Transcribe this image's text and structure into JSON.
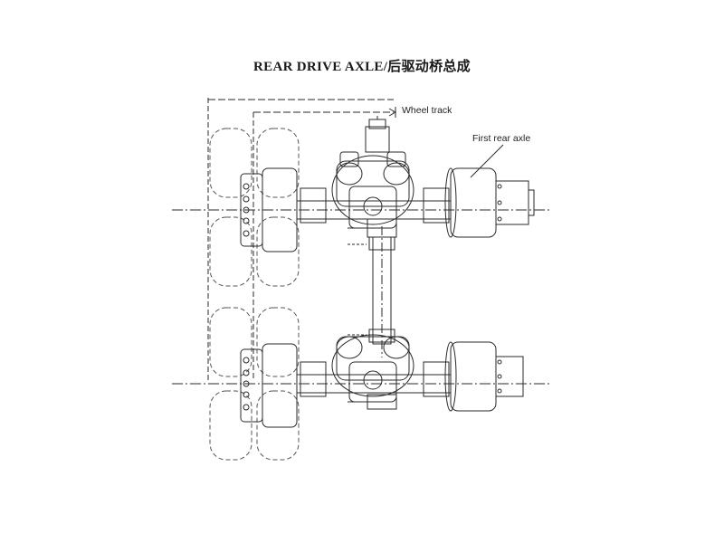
{
  "title": "REAR DRIVE AXLE/后驱动桥总成",
  "labels": {
    "wheel_track": "Wheel track",
    "first_rear_axle": "First rear axle"
  },
  "colors": {
    "line": "#2a2a2a",
    "dash": "#555555",
    "background": "#ffffff"
  }
}
